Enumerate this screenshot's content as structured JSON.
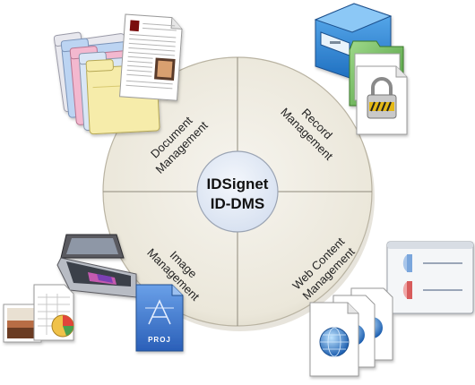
{
  "center": {
    "line1": "IDSignet",
    "line2": "ID-DMS"
  },
  "quadrants": [
    {
      "name": "document-management",
      "line1": "Document",
      "line2": "Management"
    },
    {
      "name": "record-management",
      "line1": "Record",
      "line2": "Management"
    },
    {
      "name": "image-management",
      "line1": "Image",
      "line2": "Management"
    },
    {
      "name": "web-content-management",
      "line1": "Web Content",
      "line2": "Management"
    }
  ],
  "icons": {
    "document": "folders-and-document-icon",
    "record": "file-cabinet-and-locked-file-icon",
    "image": "scanner-and-image-files-icon",
    "web": "web-pages-and-browser-window-icon",
    "project_label": "PROJ"
  },
  "colors": {
    "disc_fill": "#ece8dc",
    "disc_edge": "#bfb9a8",
    "center_fill": "#e4ebf7"
  }
}
